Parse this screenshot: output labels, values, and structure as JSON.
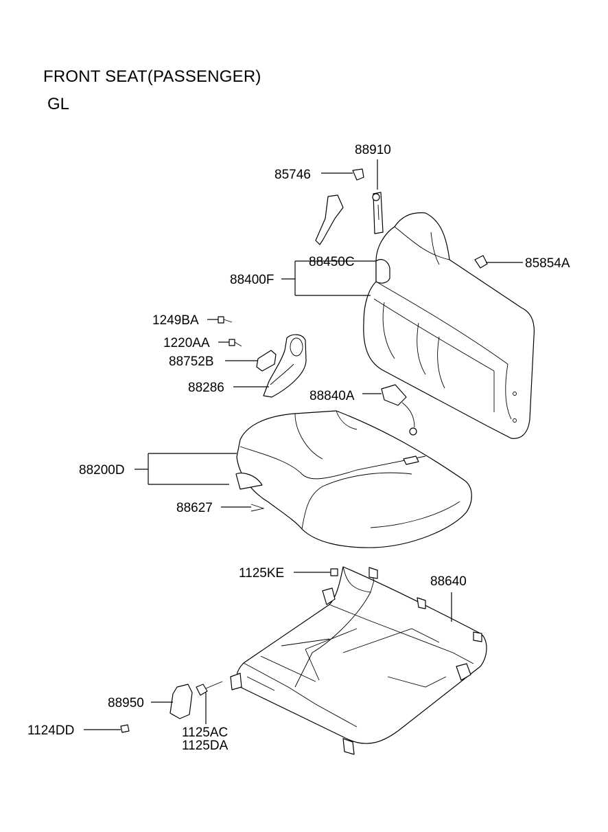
{
  "title": "FRONT SEAT(PASSENGER)",
  "subtitle": "GL",
  "labels": {
    "p88910": "88910",
    "p85746": "85746",
    "p88450C": "88450C",
    "p88400F": "88400F",
    "p85854A": "85854A",
    "p1249BA": "1249BA",
    "p1220AA": "1220AA",
    "p88752B": "88752B",
    "p88286": "88286",
    "p88840A": "88840A",
    "p88200D": "88200D",
    "p88627": "88627",
    "p1125KE": "1125KE",
    "p88640": "88640",
    "p88950": "88950",
    "p1124DD": "1124DD",
    "p1125AC": "1125AC",
    "p1125DA": "1125DA"
  }
}
